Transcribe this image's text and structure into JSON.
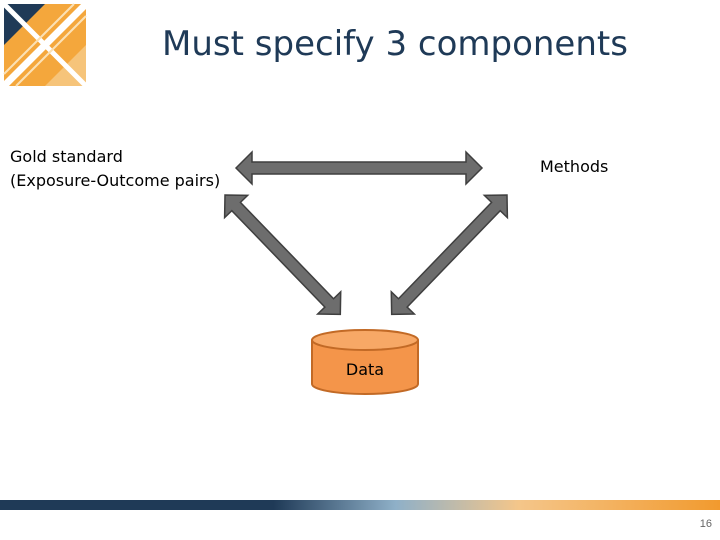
{
  "slide": {
    "title": "Must specify 3 components",
    "page_number": "16"
  },
  "nodes": {
    "gold_standard": {
      "line1": "Gold standard",
      "line2": "(Exposure-Outcome pairs)"
    },
    "methods": "Methods",
    "data": "Data"
  },
  "colors": {
    "title": "#1f3a57",
    "arrow_fill": "#6d6d6d",
    "arrow_stroke": "#3f3f3f",
    "cylinder_fill": "#f4954a",
    "cylinder_stroke": "#c26a26",
    "logo_navy": "#1f3a57",
    "logo_orange": "#f29a2e"
  },
  "icons": [
    "ohdsi-logo-icon"
  ]
}
